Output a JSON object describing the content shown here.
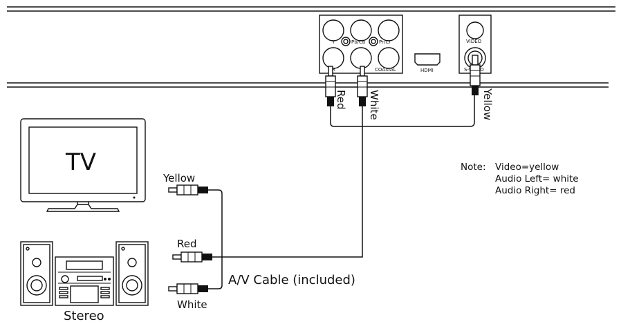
{
  "panel": {
    "jacks": {
      "y": "Y",
      "pb": "Pb/Cb",
      "pr": "Pr/Cr",
      "r": "R",
      "l": "L",
      "coaxial": "COAXIAL",
      "hdmi": "HDMI",
      "video": "VIDEO",
      "svideo": "S-VIDEO"
    }
  },
  "plugs_top": {
    "red": "Red",
    "white": "White",
    "yellow": "Yellow"
  },
  "tv": {
    "label": "TV"
  },
  "stereo": {
    "label": "Stereo"
  },
  "plugs_left": {
    "yellow": "Yellow",
    "red": "Red",
    "white": "White"
  },
  "cable": {
    "label": "A/V Cable (included)"
  },
  "note": {
    "prefix": "Note:",
    "video": "Video=yellow",
    "audio_left": "Audio Left= white",
    "audio_right": "Audio Right= red"
  }
}
